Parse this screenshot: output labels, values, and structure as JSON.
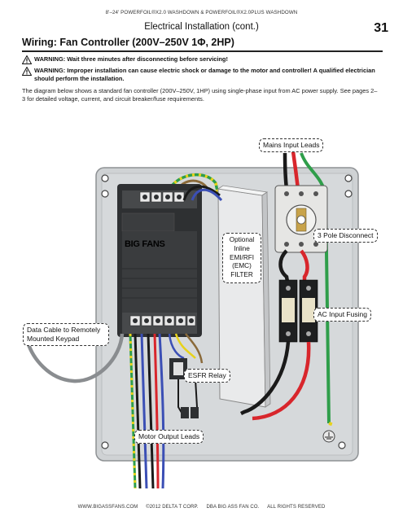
{
  "header": {
    "running_head": "8'–24' POWERFOIL®X2.0 WASHDOWN & POWERFOIL®X2.0PLUS WASHDOWN",
    "section": "Electrical Installation (cont.)",
    "page_number": "31"
  },
  "title": "Wiring: Fan Controller (200V–250V 1Φ, 2HP)",
  "warnings": [
    {
      "icon": "warning-triangle-icon",
      "text": "WARNING: Wait three minutes after disconnecting before servicing!"
    },
    {
      "icon": "warning-triangle-icon",
      "text": "WARNING: Improper installation can cause electric shock or damage to the motor and controller! A qualified electrician should perform the installation."
    }
  ],
  "intro": "The diagram below shows a standard fan controller (200V–250V, 1HP) using single-phase input from AC power supply. See pages 2–3 for detailed voltage, current, and circuit breaker/fuse requirements.",
  "diagram": {
    "callouts": {
      "mains_input": "Mains Input Leads",
      "pole_disconnect": "3 Pole Disconnect",
      "ac_fusing": "AC Input Fusing",
      "data_cable": "Data Cable to Remotely Mounted Keypad",
      "esfr": "ESFR Relay",
      "motor_output": "Motor Output Leads"
    },
    "filter_label_lines": [
      "Optional",
      "Inline",
      "EMI/RFI",
      "(EMC)",
      "FILTER"
    ],
    "drive_logo": "BIG FANS",
    "colors": {
      "enclosure": "#cfd2d4",
      "drive": "#3a3c3e",
      "wire_black": "#1a1a1a",
      "wire_red": "#d8262c",
      "wire_green": "#2f9e4a",
      "wire_yellow": "#e8d21a",
      "wire_blue": "#3b4fb5",
      "wire_gray": "#8a8d90"
    }
  },
  "footer": {
    "website": "WWW.BIGASSFANS.COM",
    "copyright": "©2012 DELTA T CORP.",
    "dba": "DBA BIG ASS FAN CO.",
    "rights": "ALL RIGHTS RESERVED"
  }
}
